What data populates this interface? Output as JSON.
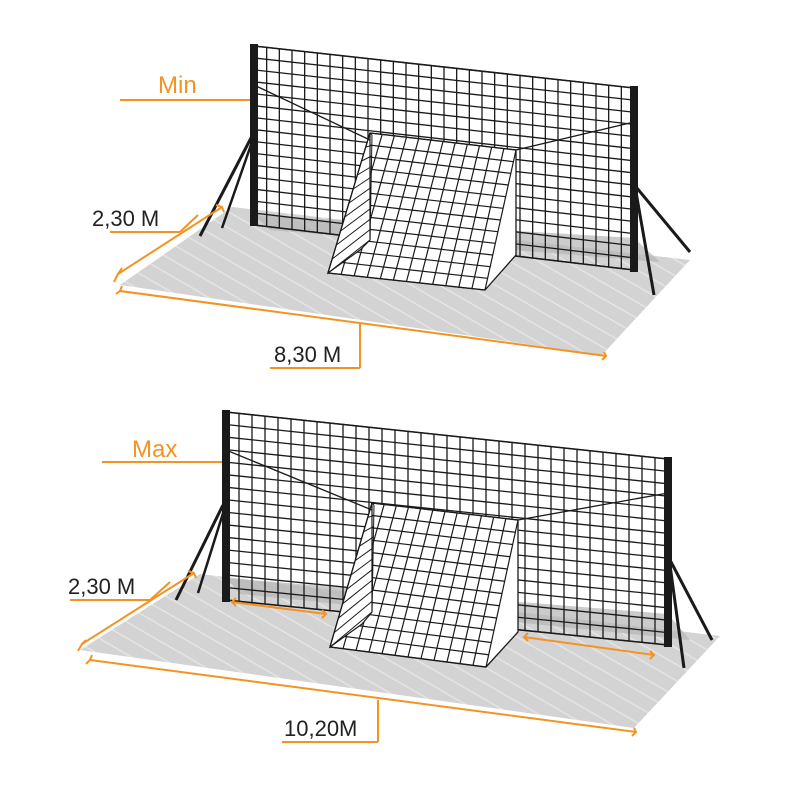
{
  "colors": {
    "accent": "#F39323",
    "net": "#1a1a1a",
    "ground": "#d3d3d3",
    "ground_stripe": "#e6e6e6",
    "shadow": "#b0b0b0"
  },
  "diagrams": [
    {
      "setting_label": "Min",
      "depth_label": "2,30 M",
      "width_label": "8,30 M"
    },
    {
      "setting_label": "Max",
      "depth_label": "2,30 M",
      "width_label": "10,20M"
    }
  ]
}
